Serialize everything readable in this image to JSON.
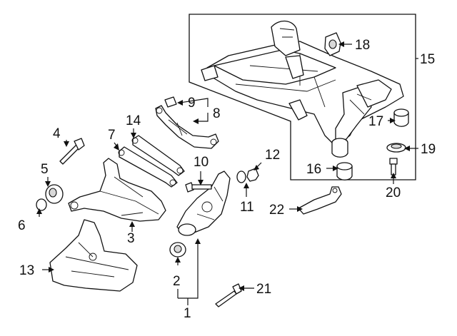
{
  "diagram_title": "",
  "callouts": [
    {
      "id": "1",
      "label": "1"
    },
    {
      "id": "2",
      "label": "2"
    },
    {
      "id": "3",
      "label": "3"
    },
    {
      "id": "4",
      "label": "4"
    },
    {
      "id": "5",
      "label": "5"
    },
    {
      "id": "6",
      "label": "6"
    },
    {
      "id": "7",
      "label": "7"
    },
    {
      "id": "8",
      "label": "8"
    },
    {
      "id": "9",
      "label": "9"
    },
    {
      "id": "10",
      "label": "10"
    },
    {
      "id": "11",
      "label": "11"
    },
    {
      "id": "12",
      "label": "12"
    },
    {
      "id": "13",
      "label": "13"
    },
    {
      "id": "14",
      "label": "14"
    },
    {
      "id": "15",
      "label": "15"
    },
    {
      "id": "16",
      "label": "16"
    },
    {
      "id": "17",
      "label": "17"
    },
    {
      "id": "18",
      "label": "18"
    },
    {
      "id": "19",
      "label": "19"
    },
    {
      "id": "20",
      "label": "20"
    },
    {
      "id": "21",
      "label": "21"
    },
    {
      "id": "22",
      "label": "22"
    }
  ],
  "colors": {
    "line": "#111111",
    "background": "#ffffff",
    "fill": "#ffffff",
    "shade": "#d8d8d8"
  }
}
